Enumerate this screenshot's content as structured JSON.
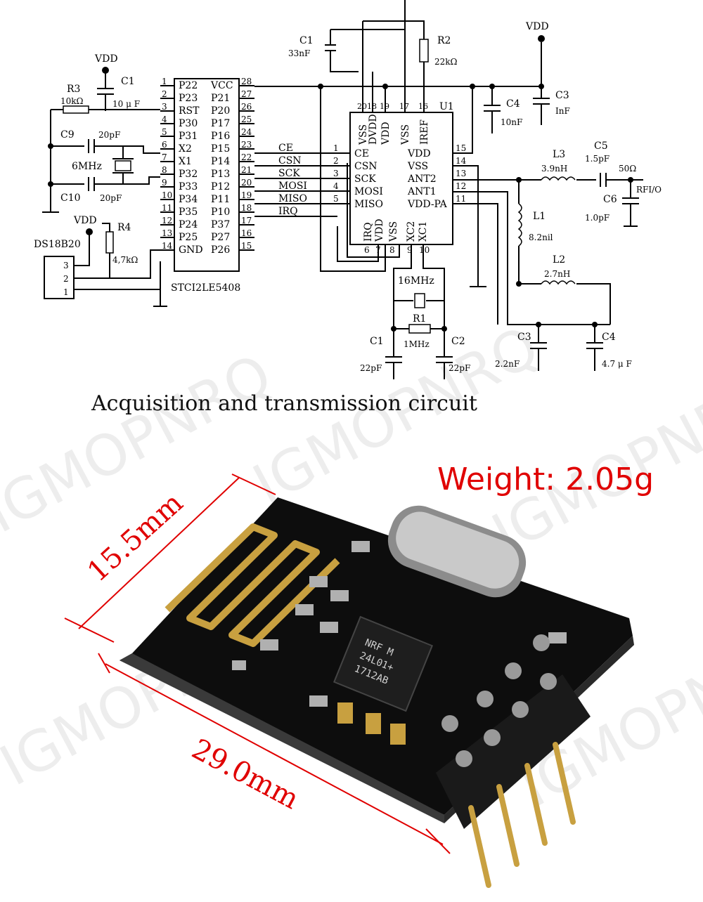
{
  "watermark": "IGMOPNRQ",
  "caption": "Acquisition and transmission circuit",
  "weight": "Weight: 2.05g",
  "dims": {
    "width": "15.5mm",
    "length": "29.0mm"
  },
  "mcu": {
    "name": "STCI2LE5408",
    "left_pins": [
      {
        "num": "1",
        "name": "P22"
      },
      {
        "num": "2",
        "name": "P23"
      },
      {
        "num": "3",
        "name": "RST"
      },
      {
        "num": "4",
        "name": "P30"
      },
      {
        "num": "5",
        "name": "P31"
      },
      {
        "num": "6",
        "name": "X2"
      },
      {
        "num": "7",
        "name": "X1"
      },
      {
        "num": "8",
        "name": "P32"
      },
      {
        "num": "9",
        "name": "P33"
      },
      {
        "num": "10",
        "name": "P34"
      },
      {
        "num": "11",
        "name": "P35"
      },
      {
        "num": "12",
        "name": "P24"
      },
      {
        "num": "13",
        "name": "P25"
      },
      {
        "num": "14",
        "name": "GND"
      }
    ],
    "right_pins": [
      {
        "num": "28",
        "name": "VCC"
      },
      {
        "num": "27",
        "name": "P21"
      },
      {
        "num": "26",
        "name": "P20"
      },
      {
        "num": "25",
        "name": "P17"
      },
      {
        "num": "24",
        "name": "P16"
      },
      {
        "num": "23",
        "name": "P15"
      },
      {
        "num": "22",
        "name": "P14"
      },
      {
        "num": "21",
        "name": "P13"
      },
      {
        "num": "20",
        "name": "P12"
      },
      {
        "num": "19",
        "name": "P11"
      },
      {
        "num": "18",
        "name": "P10"
      },
      {
        "num": "17",
        "name": "P37"
      },
      {
        "num": "16",
        "name": "P27"
      },
      {
        "num": "15",
        "name": "P26"
      }
    ]
  },
  "bus": [
    "CE",
    "CSN",
    "SCK",
    "MOSI",
    "MISO",
    "IRQ"
  ],
  "rf": {
    "name": "U1",
    "left_pins": [
      {
        "num": "1",
        "name": "CE"
      },
      {
        "num": "2",
        "name": "CSN"
      },
      {
        "num": "3",
        "name": "SCK"
      },
      {
        "num": "4",
        "name": "MOSI"
      },
      {
        "num": "5",
        "name": "MISO"
      }
    ],
    "top_pins": [
      {
        "num": "20",
        "name": "VSS"
      },
      {
        "num": "18",
        "name": "DVDD"
      },
      {
        "num": "19",
        "name": "VDD"
      },
      {
        "num": "17",
        "name": "VSS"
      },
      {
        "num": "16",
        "name": "IREF"
      }
    ],
    "right_pins": [
      {
        "num": "15",
        "name": "VDD"
      },
      {
        "num": "14",
        "name": "VSS"
      },
      {
        "num": "13",
        "name": "ANT2"
      },
      {
        "num": "12",
        "name": "ANT1"
      },
      {
        "num": "11",
        "name": "VDD-PA"
      }
    ],
    "bottom_pins": [
      {
        "num": "6",
        "name": "IRQ"
      },
      {
        "num": "7",
        "name": "VDD"
      },
      {
        "num": "8",
        "name": "VSS"
      },
      {
        "num": "9",
        "name": "XC2"
      },
      {
        "num": "10",
        "name": "XC1"
      }
    ]
  },
  "parts": {
    "vdd": "VDD",
    "c1_left": {
      "ref": "C1",
      "val": "10 μ F"
    },
    "r3": {
      "ref": "R3",
      "val": "10kΩ"
    },
    "c9": {
      "ref": "C9",
      "val": "20pF"
    },
    "xtal_mcu": "6MHz",
    "c10": {
      "ref": "C10",
      "val": "20pF"
    },
    "r4": {
      "ref": "R4",
      "val": "4,7kΩ"
    },
    "ds": {
      "name": "DS18B20",
      "pins": [
        "3",
        "2",
        "1"
      ]
    },
    "c1_top": {
      "ref": "C1",
      "val": "33nF"
    },
    "r2": {
      "ref": "R2",
      "val": "22kΩ"
    },
    "c4_top": {
      "ref": "C4",
      "val": "10nF"
    },
    "c3_top": {
      "ref": "C3",
      "val": "InF"
    },
    "l3": {
      "ref": "L3",
      "val": "3.9nH"
    },
    "c5": {
      "ref": "C5",
      "val": "1.5pF"
    },
    "z": "50Ω",
    "rfio": "RFI/O",
    "c6": {
      "ref": "C6",
      "val": "1.0pF"
    },
    "l1": {
      "ref": "L1",
      "val": "8.2nil"
    },
    "l2": {
      "ref": "L2",
      "val": "2.7nH"
    },
    "xtal_rf": "16MHz",
    "r1": {
      "ref": "R1",
      "val": "1MHz"
    },
    "c1_bot": {
      "ref": "C1",
      "val": "22pF"
    },
    "c2_bot": {
      "ref": "C2",
      "val": "22pF"
    },
    "c3_bot": {
      "ref": "C3",
      "val": "2.2nF"
    },
    "c4_bot": {
      "ref": "C4",
      "val": "4.7 μ F"
    }
  },
  "chip": {
    "lines": [
      "NRF M",
      "24L01+",
      "1712AB"
    ]
  },
  "colors": {
    "accent": "#e00000",
    "pcb": "#121212",
    "gold": "#c8a040"
  }
}
